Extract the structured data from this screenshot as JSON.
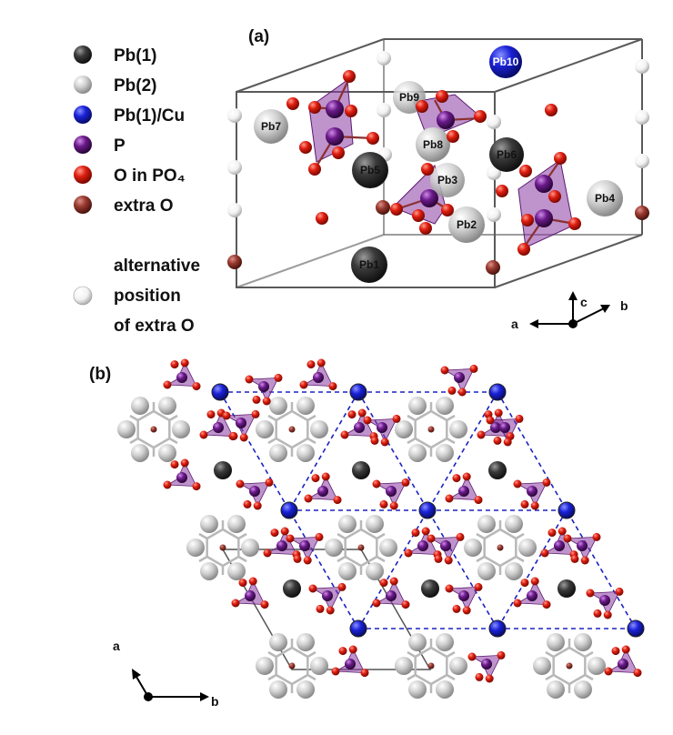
{
  "panel_a": {
    "label": "(a)",
    "legend": [
      {
        "label": "Pb(1)",
        "color": "#3a3a3a"
      },
      {
        "label": "Pb(2)",
        "color": "#c8c8c8"
      },
      {
        "label": "Pb(1)/Cu",
        "color": "#1a22d8"
      },
      {
        "label": "P",
        "color": "#6a1a8a"
      },
      {
        "label": "O in PO₄",
        "color": "#e01e10"
      },
      {
        "label": "extra O",
        "color": "#9a3a30"
      }
    ],
    "alt_legend": {
      "color": "#f4f4f4",
      "lines": [
        "alternative",
        "position",
        "of extra O"
      ]
    },
    "atom_labels": [
      "Pb10",
      "Pb9",
      "Pb7",
      "Pb8",
      "Pb6",
      "Pb5",
      "Pb3",
      "Pb4",
      "Pb2",
      "Pb1"
    ],
    "axes": {
      "a": "a",
      "b": "b",
      "c": "c"
    }
  },
  "panel_b": {
    "label": "(b)",
    "axes": {
      "a": "a",
      "b": "b"
    }
  },
  "colors": {
    "pb1": "#3a3a3a",
    "pb2": "#c8c8c8",
    "pbcu": "#1a22d8",
    "p": "#6a1a8a",
    "o": "#e01e10",
    "extra_o": "#9a3a30",
    "alt_o": "#f4f4f4",
    "tetra": "#8a3aa0",
    "cell_edge": "#555555",
    "dashed": "#1a22c0"
  }
}
